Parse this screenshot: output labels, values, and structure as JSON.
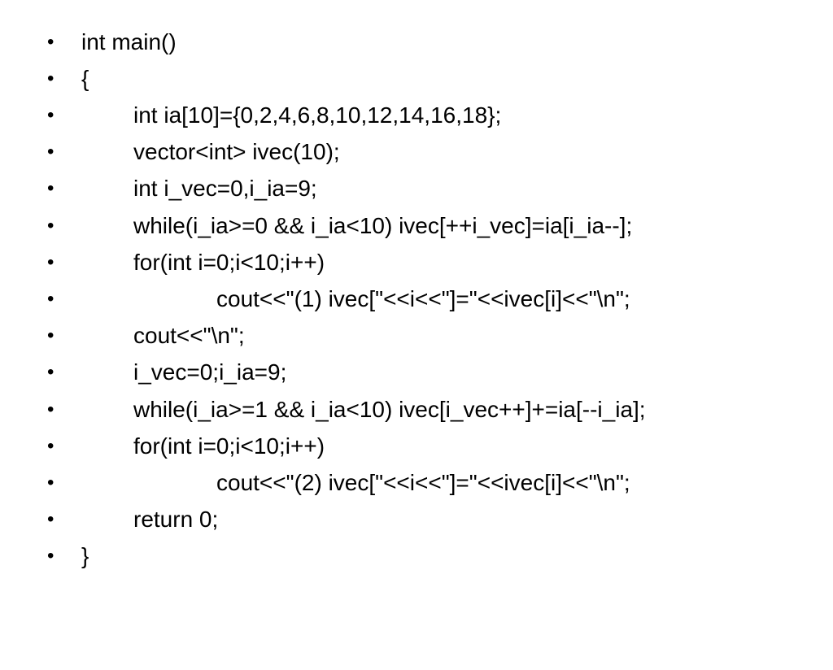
{
  "bullet_glyph": "•",
  "lines": [
    {
      "text": "int main()"
    },
    {
      "text": "{"
    },
    {
      "text": "int ia[10]={0,2,4,6,8,10,12,14,16,18};"
    },
    {
      "text": "vector<int> ivec(10);"
    },
    {
      "text": "int i_vec=0,i_ia=9;"
    },
    {
      "text": "while(i_ia>=0 && i_ia<10) ivec[++i_vec]=ia[i_ia--];"
    },
    {
      "text": "for(int i=0;i<10;i++)"
    },
    {
      "text": "cout<<\"(1) ivec[\"<<i<<\"]=\"<<ivec[i]<<\"\\n\";"
    },
    {
      "text": "cout<<\"\\n\";"
    },
    {
      "text": "i_vec=0;i_ia=9;"
    },
    {
      "text": "while(i_ia>=1 && i_ia<10) ivec[i_vec++]+=ia[--i_ia];"
    },
    {
      "text": "for(int i=0;i<10;i++)"
    },
    {
      "text": "cout<<\"(2) ivec[\"<<i<<\"]=\"<<ivec[i]<<\"\\n\";"
    },
    {
      "text": "return 0;"
    },
    {
      "text": "}"
    }
  ]
}
